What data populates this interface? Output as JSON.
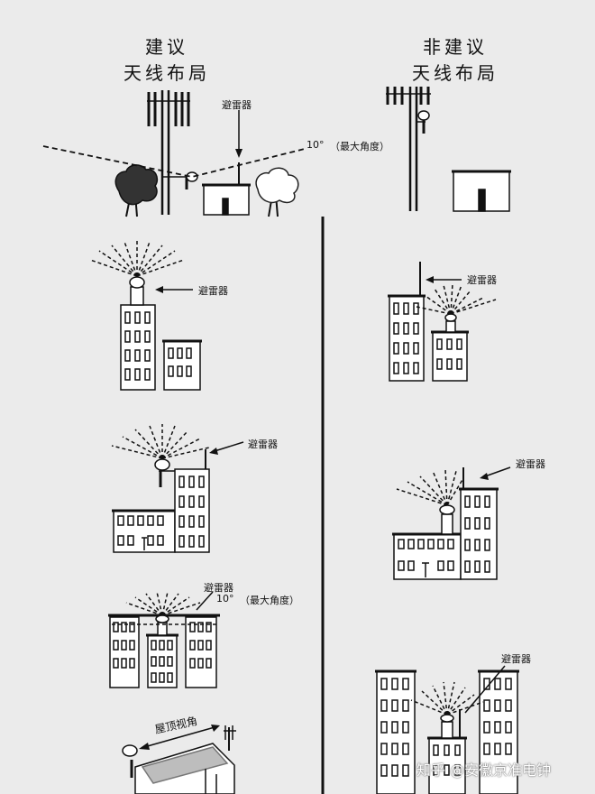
{
  "left_title": {
    "line1": "建议",
    "line2": "天线布局"
  },
  "right_title": {
    "line1": "非建议",
    "line2": "天线布局"
  },
  "labels": {
    "arrester": "避雷器",
    "angle": "10°",
    "max_angle": "（最大角度）",
    "rooftop_view": "屋顶视角"
  },
  "watermark": "知乎 @安徽京准电钟",
  "colors": {
    "background": "#ebebeb",
    "ink": "#111111",
    "watermark": "#ffffff"
  }
}
